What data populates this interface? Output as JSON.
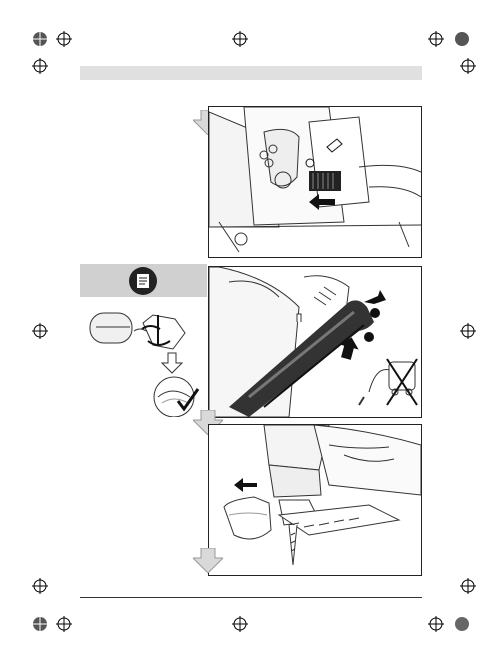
{
  "page": {
    "background": "#ffffff",
    "header_bar_color": "#e0e0e0",
    "panel_border_color": "#222222",
    "step_arrow_color": "#d9d9d9",
    "info_box_color": "#d0d0d0"
  },
  "icons": {
    "registration_mark": "crosshair-circle",
    "step_arrow": "down-arrow",
    "info": "read-instructions-icon",
    "check": "checkmark",
    "no_vacuum": "vacuum-crossed-out"
  }
}
